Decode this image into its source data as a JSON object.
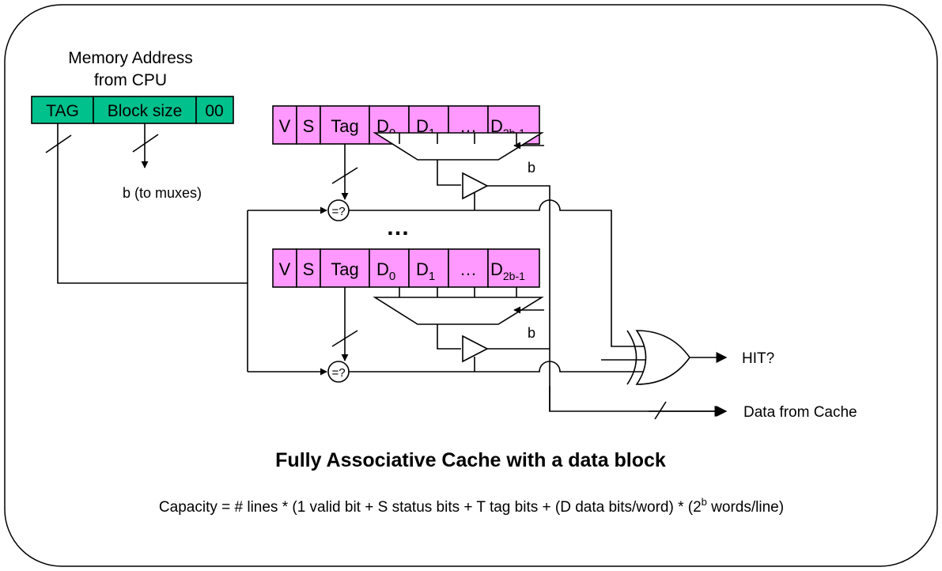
{
  "address": {
    "label_line1": "Memory Address",
    "label_line2": "from CPU",
    "fields": [
      "TAG",
      "Block size",
      "00"
    ],
    "b_label": "b (to muxes)"
  },
  "cache_line": {
    "fields": [
      "V",
      "S",
      "Tag"
    ],
    "d0": "D",
    "d0_sub": "0",
    "d1": "D",
    "d1_sub": "1",
    "ellipsis": "…",
    "dn": "D",
    "dn_sub": "2b-1"
  },
  "mux_select": "b",
  "comparator": "=?",
  "vertical_ellipsis": "…",
  "outputs": {
    "hit": "HIT?",
    "data": "Data from Cache"
  },
  "title": "Fully Associative Cache with a data block",
  "capacity": {
    "prefix": "Capacity = # lines * (1 valid bit + S status bits + T tag bits + (D data bits/word) * (2",
    "sup": "b",
    "suffix": " words/line)"
  },
  "colors": {
    "cache_cells": "#ff99ff",
    "address_cells": "#00c08b"
  }
}
